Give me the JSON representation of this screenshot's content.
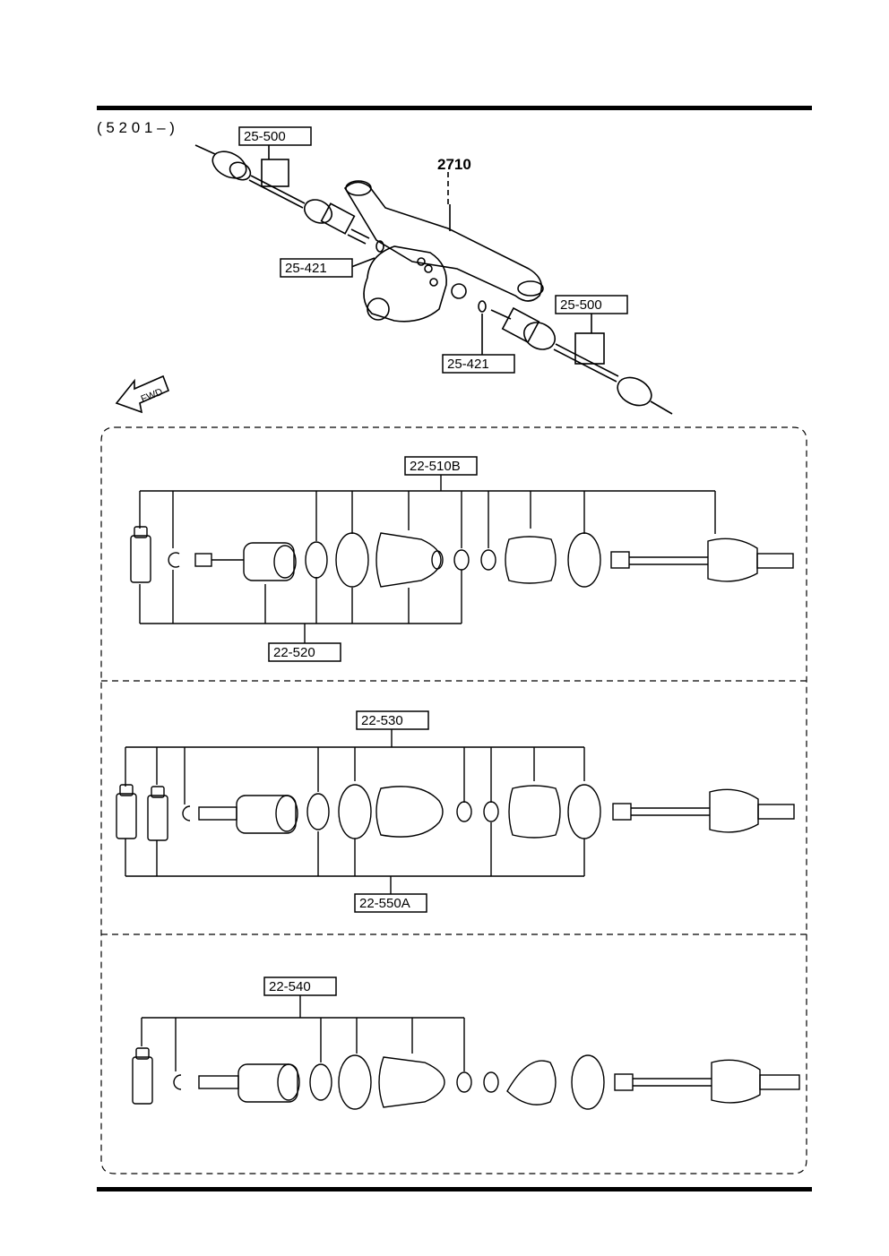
{
  "header": {
    "code": "( 5 2 0 1 – )"
  },
  "overview": {
    "group_ref": "2710",
    "labels": [
      "25-500",
      "25-421",
      "25-421",
      "25-500"
    ],
    "direction_arrow": "FWD"
  },
  "panels": [
    {
      "top_label": "22-510B",
      "bottom_label": "22-520"
    },
    {
      "top_label": "22-530",
      "bottom_label": "22-550A"
    },
    {
      "top_label": "22-540",
      "bottom_label": ""
    }
  ],
  "icons": [
    "drive-shaft-icon",
    "differential-icon",
    "grease-tube-icon",
    "clip-icon",
    "joint-housing-icon",
    "boot-band-icon",
    "boot-icon"
  ]
}
